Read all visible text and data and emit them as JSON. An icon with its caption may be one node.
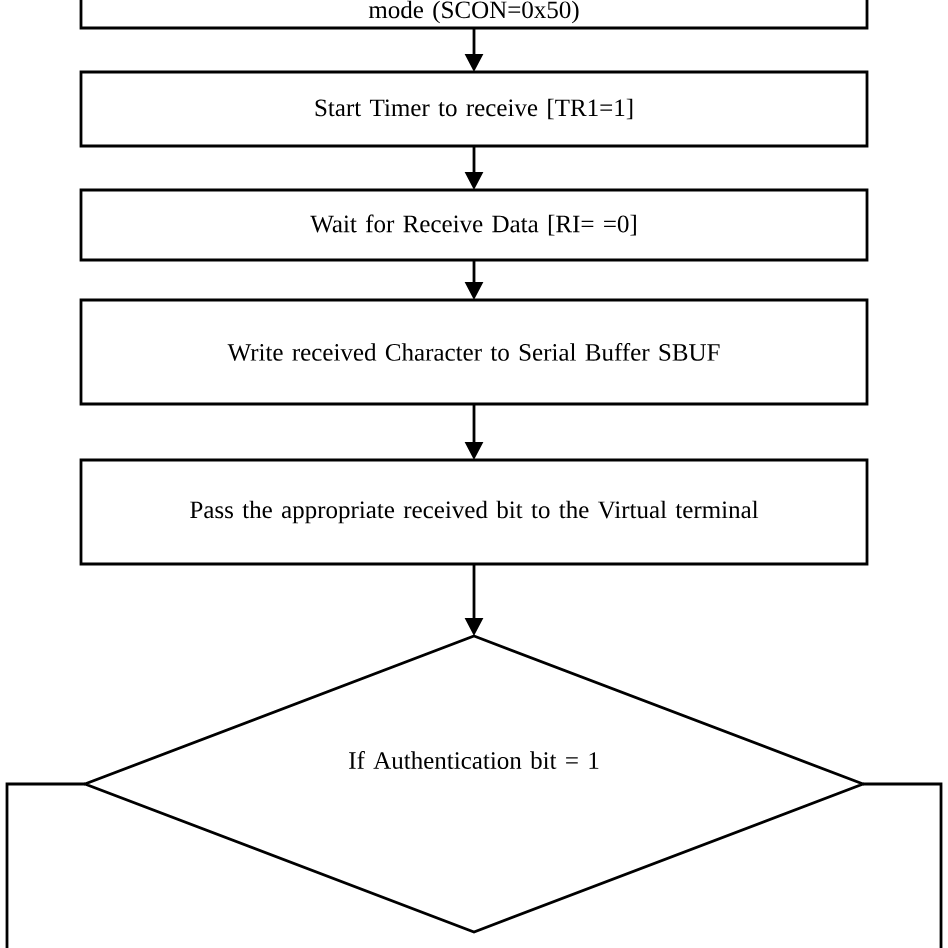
{
  "diagram": {
    "nodes": [
      {
        "text": [
          "mode (SCON=0x50)"
        ]
      },
      {
        "text": [
          "Start Timer to receive [TR1=1]"
        ]
      },
      {
        "text": [
          "Wait for Receive Data [RI= =0]"
        ]
      },
      {
        "text": [
          "Write received Character to Serial Buffer SBUF"
        ]
      },
      {
        "text": [
          "Pass the appropriate received bit to the Virtual terminal"
        ]
      },
      {
        "text": [
          "If Authentication bit = 1"
        ]
      }
    ],
    "edges": [
      {
        "from": 0,
        "to": 1,
        "arrow": "to"
      },
      {
        "from": 1,
        "to": 2,
        "arrow": "to"
      },
      {
        "from": 2,
        "to": 3,
        "arrow": "to"
      },
      {
        "from": 3,
        "to": 4,
        "arrow": "to"
      },
      {
        "from": 4,
        "to": 5,
        "arrow": "to"
      },
      {
        "from": 5,
        "to": null,
        "arrow": "none"
      },
      {
        "from": 5,
        "to": null,
        "arrow": "none"
      }
    ]
  }
}
